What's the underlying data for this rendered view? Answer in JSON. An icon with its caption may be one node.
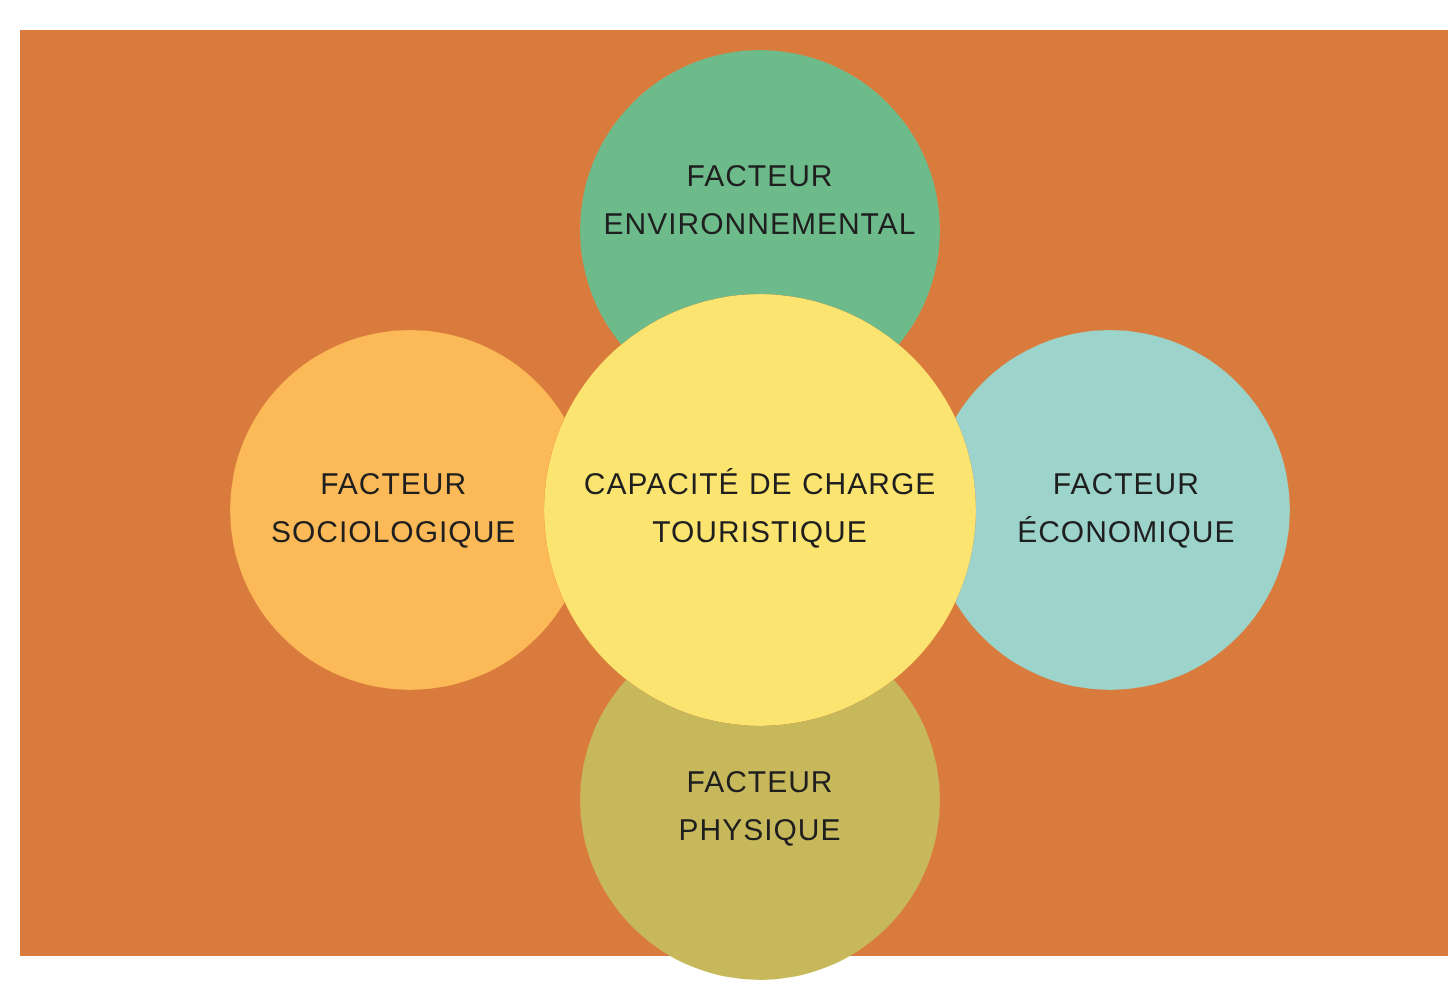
{
  "diagram": {
    "nodes": [
      {
        "text": [
          "FACTEUR ENVIRONNEMENTAL"
        ]
      },
      {
        "text": [
          "FACTEUR SOCIOLOGIQUE"
        ]
      },
      {
        "text": [
          "CAPACITÉ DE CHARGE TOURISTIQUE"
        ]
      },
      {
        "text": [
          "FACTEUR ÉCONOMIQUE"
        ]
      },
      {
        "text": [
          "FACTEUR PHYSIQUE"
        ]
      }
    ]
  }
}
